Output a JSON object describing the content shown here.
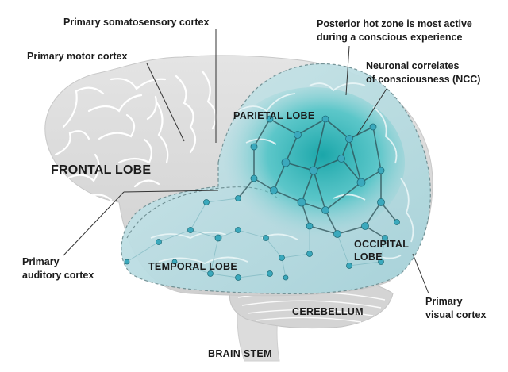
{
  "labels": {
    "primary_somatosensory_cortex": "Primary somatosensory cortex",
    "primary_motor_cortex": "Primary motor cortex",
    "posterior_hot_zone_line1": "Posterior hot zone is most active",
    "posterior_hot_zone_line2": "during a conscious experience",
    "ncc_line1": "Neuronal correlates",
    "ncc_line2": "of consciousness (NCC)",
    "frontal_lobe": "FRONTAL LOBE",
    "parietal_lobe": "PARIETAL LOBE",
    "temporal_lobe": "TEMPORAL LOBE",
    "occipital_lobe_line1": "OCCIPITAL",
    "occipital_lobe_line2": "LOBE",
    "cerebellum": "CEREBELLUM",
    "brain_stem": "BRAIN STEM",
    "primary_auditory_cortex_line1": "Primary",
    "primary_auditory_cortex_line2": "auditory cortex",
    "primary_visual_cortex_line1": "Primary",
    "primary_visual_cortex_line2": "visual cortex"
  },
  "colors": {
    "brain_gray": "#d8d8d8",
    "sulcus_line": "#ffffff",
    "posterior_zone_fill": "#a9d4dc",
    "hot_zone_core": "#1aa5a8",
    "network_line": "#2d4f55",
    "node": "#3ba9bd",
    "leader_line": "#333333"
  }
}
